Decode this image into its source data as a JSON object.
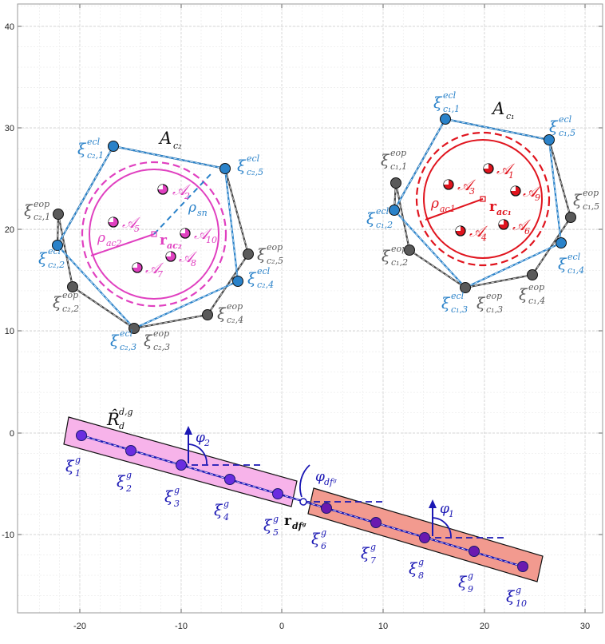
{
  "axes": {
    "x_ticks": [
      "-20",
      "-10",
      "0",
      "10",
      "20",
      "30"
    ],
    "y_ticks": [
      "40",
      "30",
      "20",
      "10",
      "0",
      "-10"
    ]
  },
  "colors": {
    "cyan": "#2a82c9",
    "gray": "#5a5a5a",
    "magenta": "#e040c0",
    "red": "#e0141e",
    "navy": "#1a17b4",
    "pink_fill": "#f7b3ea",
    "salmon_fill": "#f29a8f"
  },
  "c2": {
    "area": "A",
    "area_sub": "c₂",
    "rho": "ρ",
    "rho_sub": "ac2",
    "rho_sn": "ρ",
    "rho_sn_sub": "sn",
    "r": "r",
    "r_sub": "ac₂",
    "agents": [
      "2",
      "5",
      "10",
      "8",
      "7"
    ],
    "ecl": [
      {
        "label": "ξ",
        "sup": "ecl",
        "sub": "c₂,1"
      },
      {
        "label": "ξ",
        "sup": "ecl",
        "sub": "c₂,5"
      },
      {
        "label": "ξ",
        "sup": "ecl",
        "sub": "c₂,2"
      },
      {
        "label": "ξ",
        "sup": "ecl",
        "sub": "c₂,4"
      },
      {
        "label": "ξ",
        "sup": "ecl",
        "sub": "c₂,3"
      }
    ],
    "eop": [
      {
        "label": "ξ",
        "sup": "eop",
        "sub": "c₂,1"
      },
      {
        "label": "ξ",
        "sup": "eop",
        "sub": "c₂,2"
      },
      {
        "label": "ξ",
        "sup": "eop",
        "sub": "c₂,3"
      },
      {
        "label": "ξ",
        "sup": "eop",
        "sub": "c₂,4"
      },
      {
        "label": "ξ",
        "sup": "eop",
        "sub": "c₂,5"
      }
    ]
  },
  "c1": {
    "area": "A",
    "area_sub": "c₁",
    "rho": "ρ",
    "rho_sub": "ac1",
    "r": "r",
    "r_sub": "ac₁",
    "agents": [
      "1",
      "3",
      "9",
      "4",
      "6"
    ],
    "ecl": [
      {
        "label": "ξ",
        "sup": "ecl",
        "sub": "c₁,1"
      },
      {
        "label": "ξ",
        "sup": "ecl",
        "sub": "c₁,5"
      },
      {
        "label": "ξ",
        "sup": "ecl",
        "sub": "c₁,2"
      },
      {
        "label": "ξ",
        "sup": "ecl",
        "sub": "c₁,4"
      },
      {
        "label": "ξ",
        "sup": "ecl",
        "sub": "c₁,3"
      }
    ],
    "eop": [
      {
        "label": "ξ",
        "sup": "eop",
        "sub": "c₁,1"
      },
      {
        "label": "ξ",
        "sup": "eop",
        "sub": "c₁,5"
      },
      {
        "label": "ξ",
        "sup": "eop",
        "sub": "c₁,2"
      },
      {
        "label": "ξ",
        "sup": "eop",
        "sub": "c₁,3"
      },
      {
        "label": "ξ",
        "sup": "eop",
        "sub": "c₁,4"
      }
    ]
  },
  "route": {
    "title": "R̂",
    "title_sup": "d,g",
    "title_sub": "d",
    "phi2": "φ",
    "phi2_sub": "2",
    "phi1": "φ",
    "phi1_sub": "1",
    "phidf": "φ",
    "phidf_sub": "dfᵍ",
    "rdf": "r",
    "rdf_sub": "dfᵍ",
    "points": [
      "1",
      "2",
      "3",
      "4",
      "5",
      "6",
      "7",
      "8",
      "9",
      "10"
    ],
    "xi": "ξ",
    "xi_sup": "g"
  }
}
